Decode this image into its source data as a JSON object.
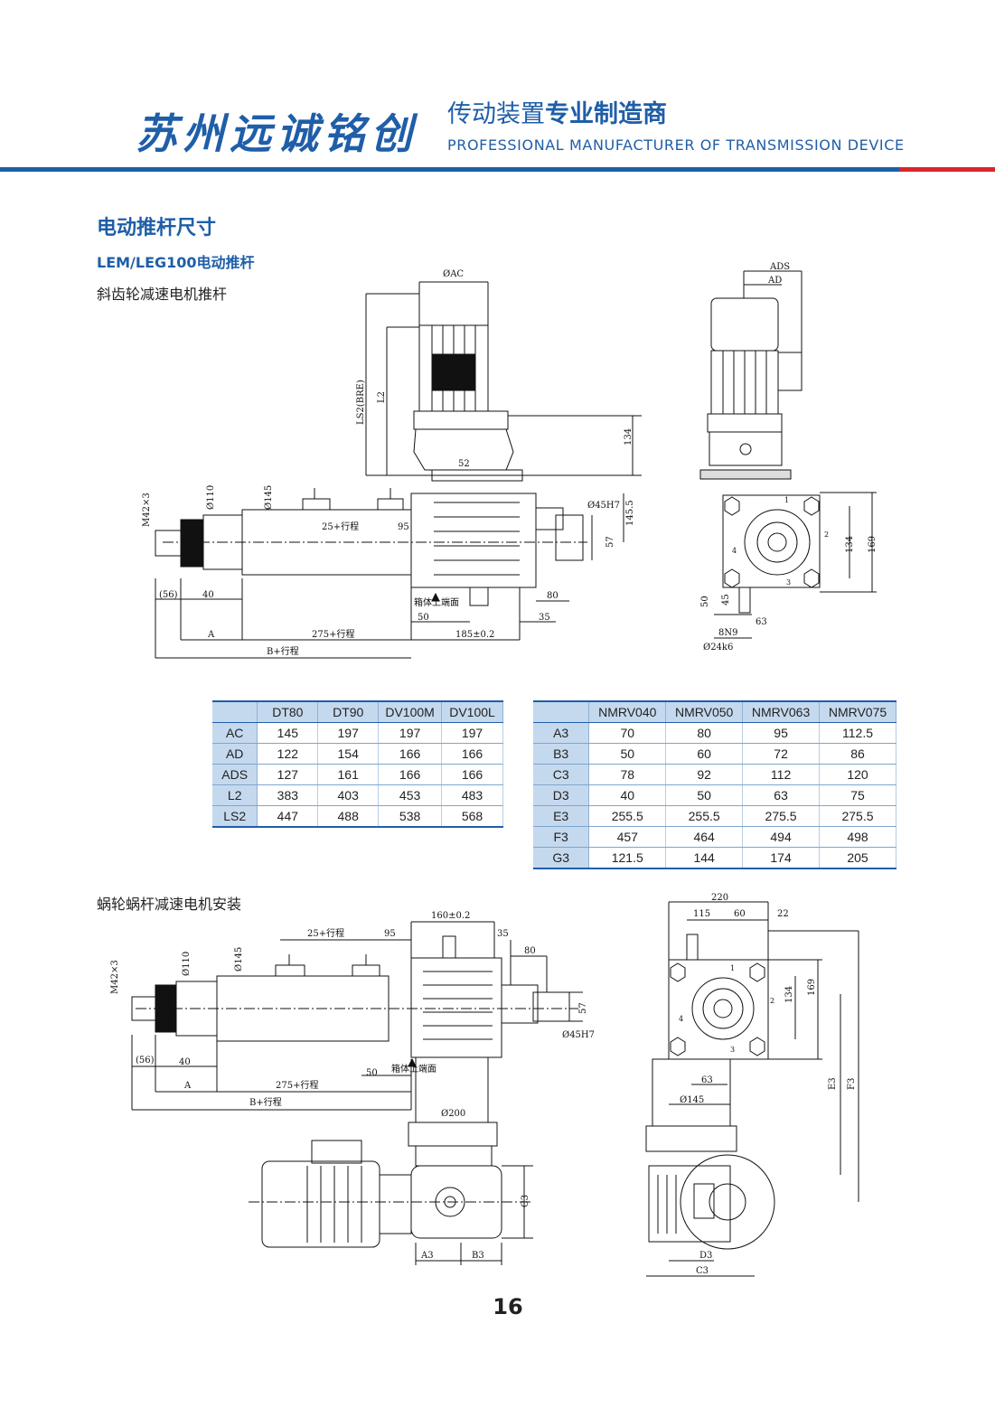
{
  "header": {
    "brand": "苏州远诚铭创",
    "tagline_cn_normal": "传动装置",
    "tagline_cn_bold": "专业制造商",
    "tagline_en": "PROFESSIONAL MANUFACTURER OF TRANSMISSION DEVICE",
    "colors": {
      "blue": "#1f5ea8",
      "red": "#d8262b"
    }
  },
  "section": {
    "title": "电动推杆尺寸",
    "subtitle": "LEM/LEG100电动推杆",
    "caption1": "斜齿轮减速电机推杆",
    "caption2": "蜗轮蜗杆减速电机安装"
  },
  "drawing1": {
    "labels": {
      "oac": "ØAC",
      "ls2": "LS2(BRE)",
      "l2": "L2",
      "d134": "134",
      "d52": "52",
      "m42": "M42×3",
      "o110": "Ø110",
      "o145": "Ø145",
      "stroke25": "25+行程",
      "d95": "95",
      "o45h7": "Ø45H7",
      "d145_5": "145.5",
      "d57": "57",
      "d56": "(56)",
      "d40": "40",
      "box_top": "箱体上端面",
      "d80": "80",
      "d50": "50",
      "d35": "35",
      "a": "A",
      "stroke275": "275+行程",
      "d185": "185±0.2",
      "b_stroke": "B+行程"
    }
  },
  "drawing2": {
    "labels": {
      "ads": "ADS",
      "ad": "AD",
      "d134": "134",
      "d169": "169",
      "d50": "50",
      "d45": "45",
      "d63": "63",
      "n8n9": "8N9",
      "o24k6": "Ø24k6",
      "p1": "1",
      "p2": "2",
      "p3": "3",
      "p4": "4"
    }
  },
  "table_motor": {
    "headers": [
      "",
      "DT80",
      "DT90",
      "DV100M",
      "DV100L"
    ],
    "rows": [
      [
        "AC",
        "145",
        "197",
        "197",
        "197"
      ],
      [
        "AD",
        "122",
        "154",
        "166",
        "166"
      ],
      [
        "ADS",
        "127",
        "161",
        "166",
        "166"
      ],
      [
        "L2",
        "383",
        "403",
        "453",
        "483"
      ],
      [
        "LS2",
        "447",
        "488",
        "538",
        "568"
      ]
    ]
  },
  "table_worm": {
    "headers": [
      "",
      "NMRV040",
      "NMRV050",
      "NMRV063",
      "NMRV075"
    ],
    "rows": [
      [
        "A3",
        "70",
        "80",
        "95",
        "112.5"
      ],
      [
        "B3",
        "50",
        "60",
        "72",
        "86"
      ],
      [
        "C3",
        "78",
        "92",
        "112",
        "120"
      ],
      [
        "D3",
        "40",
        "50",
        "63",
        "75"
      ],
      [
        "E3",
        "255.5",
        "255.5",
        "275.5",
        "275.5"
      ],
      [
        "F3",
        "457",
        "464",
        "494",
        "498"
      ],
      [
        "G3",
        "121.5",
        "144",
        "174",
        "205"
      ]
    ]
  },
  "drawing3": {
    "labels": {
      "d160": "160±0.2",
      "stroke25": "25+行程",
      "d95": "95",
      "d35": "35",
      "d80": "80",
      "m42": "M42×3",
      "o110": "Ø110",
      "o145": "Ø145",
      "d57": "57",
      "o45h7": "Ø45H7",
      "d56": "(56)",
      "d40": "40",
      "d50": "50",
      "box_top": "箱体上端面",
      "a": "A",
      "stroke275": "275+行程",
      "b_stroke": "B+行程",
      "o200": "Ø200",
      "c3": "C3",
      "a3": "A3",
      "b3": "B3"
    }
  },
  "drawing4": {
    "labels": {
      "d220": "220",
      "d115": "115",
      "d60": "60",
      "d22": "22",
      "d134": "134",
      "d169": "169",
      "d63": "63",
      "o145": "Ø145",
      "e3": "E3",
      "f3": "F3",
      "d3": "D3",
      "c3": "C3",
      "p1": "1",
      "p2": "2",
      "p3": "3",
      "p4": "4"
    }
  },
  "page_number": "16"
}
